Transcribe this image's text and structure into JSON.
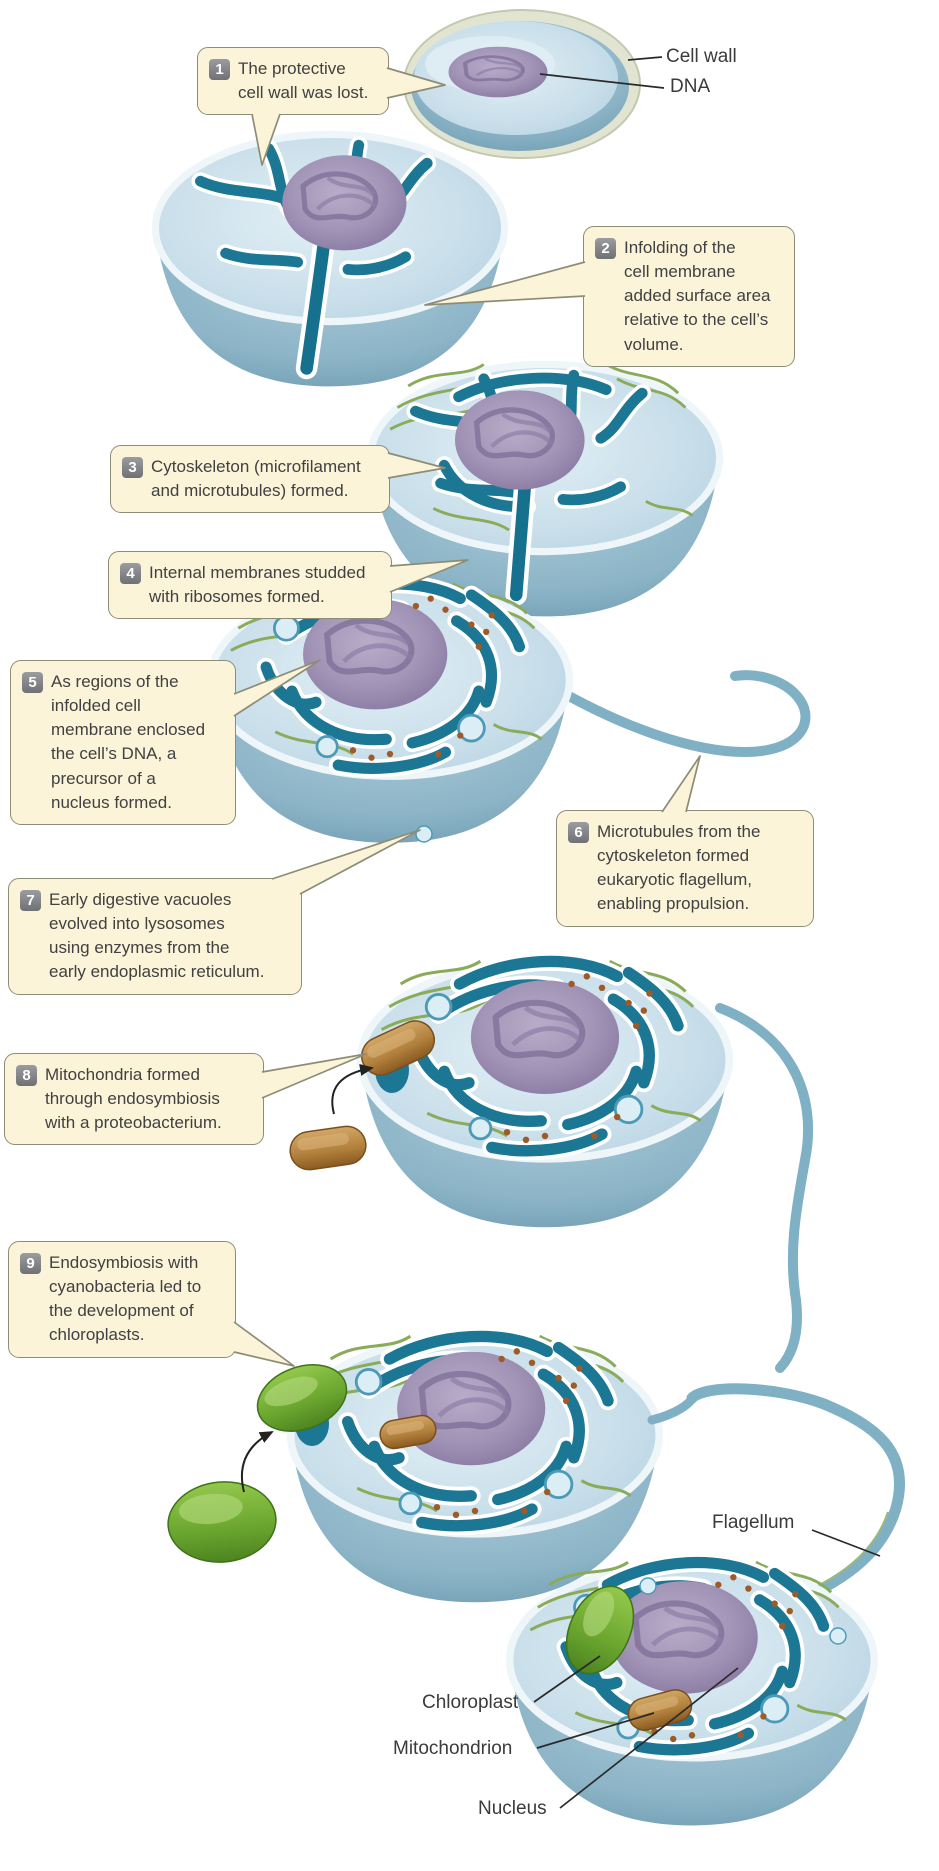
{
  "callouts": [
    {
      "number": "1",
      "text": "The protective\ncell wall was lost."
    },
    {
      "number": "2",
      "text": "Infolding of the\ncell membrane\nadded surface area\nrelative to the cell’s\nvolume."
    },
    {
      "number": "3",
      "text": "Cytoskeleton (microfilament\nand microtubules) formed."
    },
    {
      "number": "4",
      "text": "Internal membranes studded\nwith ribosomes formed."
    },
    {
      "number": "5",
      "text": "As regions of the\ninfolded cell\nmembrane enclosed\nthe cell’s DNA, a\nprecursor of a\nnucleus formed."
    },
    {
      "number": "6",
      "text": "Microtubules from the\ncytoskeleton formed\neukaryotic flagellum,\nenabling propulsion."
    },
    {
      "number": "7",
      "text": "Early digestive vacuoles\nevolved into lysosomes\nusing enzymes from the\nearly endoplasmic reticulum."
    },
    {
      "number": "8",
      "text": "Mitochondria formed\nthrough endosymbiosis\nwith a proteobacterium."
    },
    {
      "number": "9",
      "text": "Endosymbiosis with\ncyanobacteria led to\nthe development of\nchloroplasts."
    }
  ],
  "labels": {
    "cell_wall": "Cell wall",
    "dna": "DNA",
    "flagellum": "Flagellum",
    "chloroplast": "Chloroplast",
    "mitochondrion": "Mitochondrion",
    "nucleus": "Nucleus"
  },
  "palette": {
    "callout_bg": "#FBF4D8",
    "callout_border": "#8D8D77",
    "badge_gray": "#77797C",
    "text": "#414042",
    "cell_body": "#8DB5C7",
    "membrane_teal": "#1B7794",
    "nucleus_purple": "#A294B6",
    "cytoskeleton_green": "#8AAB59",
    "proteobacterium_brown": "#B07F3B",
    "chloroplast_green": "#6AA52F",
    "flagellum_blue": "#7FB0C4"
  }
}
